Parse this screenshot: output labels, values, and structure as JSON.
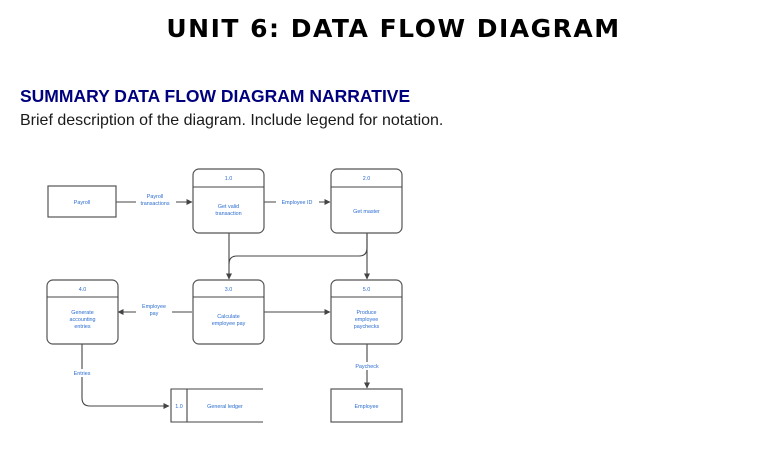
{
  "page": {
    "title": "UNIT 6: DATA FLOW DIAGRAM",
    "section_heading": "SUMMARY DATA FLOW DIAGRAM NARRATIVE",
    "section_desc": "Brief description of the diagram. Include legend for notation."
  },
  "diagram": {
    "external_entities": {
      "payroll": "Payroll",
      "employee": "Employee"
    },
    "processes": [
      {
        "number": "1.0",
        "name_lines": [
          "Get valid",
          "transaction"
        ]
      },
      {
        "number": "2.0",
        "name_lines": [
          "Get master"
        ]
      },
      {
        "number": "3.0",
        "name_lines": [
          "Calculate",
          "employee pay"
        ]
      },
      {
        "number": "4.0",
        "name_lines": [
          "Generate",
          "accounting",
          "entries"
        ]
      },
      {
        "number": "5.0",
        "name_lines": [
          "Produce",
          "employee",
          "paychecks"
        ]
      }
    ],
    "data_store": {
      "number": "1.0",
      "name": "General ledger"
    },
    "flows": {
      "payroll_transactions": [
        "Payroll",
        "transactions"
      ],
      "employee_id": "Employee ID",
      "employee_pay": [
        "Employee",
        "pay"
      ],
      "entries": "Entries",
      "paycheck": "Paycheck"
    },
    "colors": {
      "label": "#2a6ccf",
      "outline": "#555555",
      "heading": "#00007f"
    }
  }
}
